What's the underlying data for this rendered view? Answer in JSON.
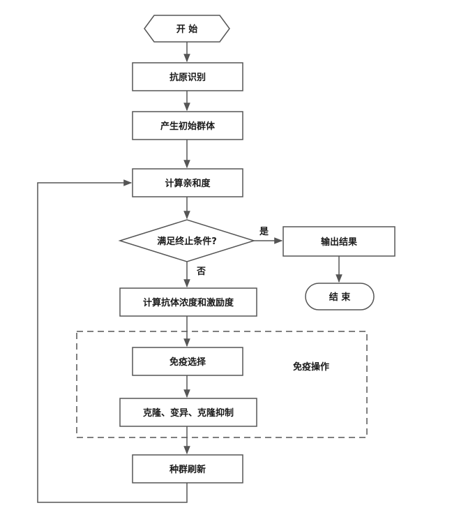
{
  "nodes": {
    "start": "开  始",
    "antigen": "抗原识别",
    "init_pop": "产生初始群体",
    "affinity": "计算亲和度",
    "condition": "满足终止条件?",
    "output": "输出结果",
    "end": "结  束",
    "concentration": "计算抗体浓度和激励度",
    "selection": "免疫选择",
    "clone": "克隆、变异、克隆抑制",
    "refresh": "种群刷新"
  },
  "edges": {
    "yes": "是",
    "no": "否"
  },
  "group": {
    "label": "免疫操作"
  }
}
